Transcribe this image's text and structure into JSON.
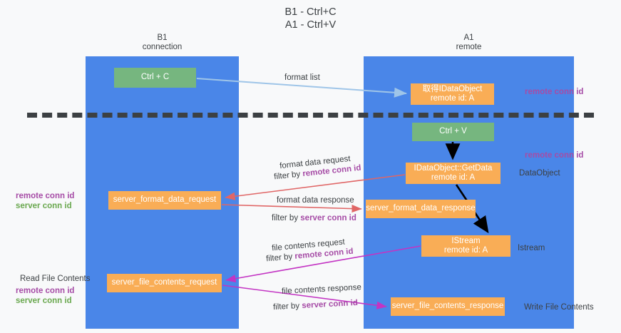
{
  "title": {
    "line1": "B1 - Ctrl+C",
    "line2": "A1 - Ctrl+V"
  },
  "lanes": [
    {
      "id": "b1",
      "line1": "B1",
      "line2": "connection",
      "color": "#4a86e8"
    },
    {
      "id": "a1",
      "line1": "A1",
      "line2": "remote",
      "color": "#4a86e8"
    }
  ],
  "nodes": {
    "ctrl_c": {
      "label": "Ctrl + C",
      "color": "#76b67f"
    },
    "idataobject": {
      "line1": "取得IDataObject",
      "line2": "remote id: A",
      "color": "#f9ad56"
    },
    "ctrl_v": {
      "label": "Ctrl + V",
      "color": "#76b67f"
    },
    "getdata": {
      "line1": "IDataObject::GetData",
      "line2": "remote id: A",
      "color": "#f9ad56"
    },
    "server_format_data_request": {
      "label": "server_format_data_request",
      "color": "#f9ad56"
    },
    "server_format_data_response": {
      "label": "server_format_data_response",
      "color": "#f9ad56"
    },
    "istream": {
      "line1": "IStream",
      "line2": "remote id: A",
      "color": "#f9ad56"
    },
    "server_file_contents_request": {
      "label": "server_file_contents_request",
      "color": "#f9ad56"
    },
    "server_file_contents_response": {
      "label": "server_file_contents_response",
      "color": "#f9ad56"
    }
  },
  "edge_labels": {
    "format_list": "format list",
    "format_data_request": "format data request",
    "filter_by": "filter by",
    "remote_conn_id": "remote conn id",
    "server_conn_id": "server conn id",
    "format_data_response": "format data response",
    "file_contents_request": "file contents request",
    "file_contents_response": "file contents response"
  },
  "annotations": {
    "remote_conn_id": "remote conn id",
    "server_conn_id": "server conn id",
    "dataobject": "DataObject",
    "istream": "Istream",
    "write_file_contents": "Write File Contents",
    "read_file_contents": "Read File Contents"
  },
  "colors": {
    "lane": "#4a86e8",
    "green_node": "#76b67f",
    "orange_node": "#f9ad56",
    "purple_text": "#a64ca6",
    "green_text": "#6aa84f",
    "red_arrow": "#e06666",
    "magenta_arrow": "#c334c3",
    "blue_arrow": "#9fc5e8",
    "black_arrow": "#000000",
    "background": "#f8f9fa"
  }
}
